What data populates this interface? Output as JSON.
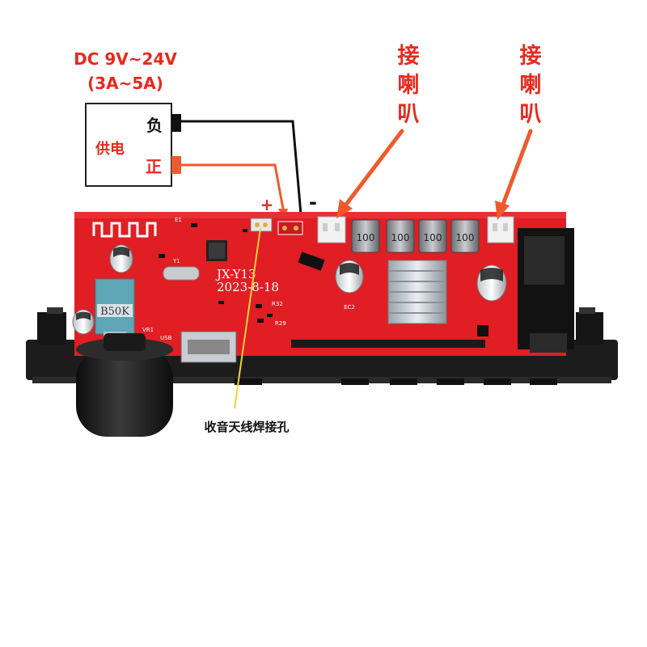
{
  "power_spec": {
    "voltage": "DC 9V~24V",
    "current": "(3A~5A)"
  },
  "power_box": {
    "label": "供电",
    "negative": "负",
    "positive": "正"
  },
  "polarity": {
    "plus": "+",
    "minus": "-"
  },
  "speaker_left": {
    "line1": "接",
    "line2": "喇",
    "line3": "叭"
  },
  "speaker_right": {
    "line1": "接",
    "line2": "喇",
    "line3": "叭"
  },
  "antenna_label": "收音天线焊接孔",
  "board": {
    "model": "JX-Y13",
    "date": "2023-8-18",
    "pot_label": "B50K",
    "inductor_label": "100",
    "silk_ec2": "EC2",
    "silk_y1": "Y1",
    "silk_e1": "E1",
    "silk_r32": "R32",
    "silk_r29": "R29",
    "silk_vr1": "VR1",
    "silk_usb": "USB"
  },
  "colors": {
    "power_spec": "#e8291f",
    "arrow_orange": "#ef5a2c",
    "pcb_red": "#e01e24",
    "case_black": "#1c1c1c",
    "antenna_wire": "#f2d23c",
    "neg_wire": "#111111"
  }
}
